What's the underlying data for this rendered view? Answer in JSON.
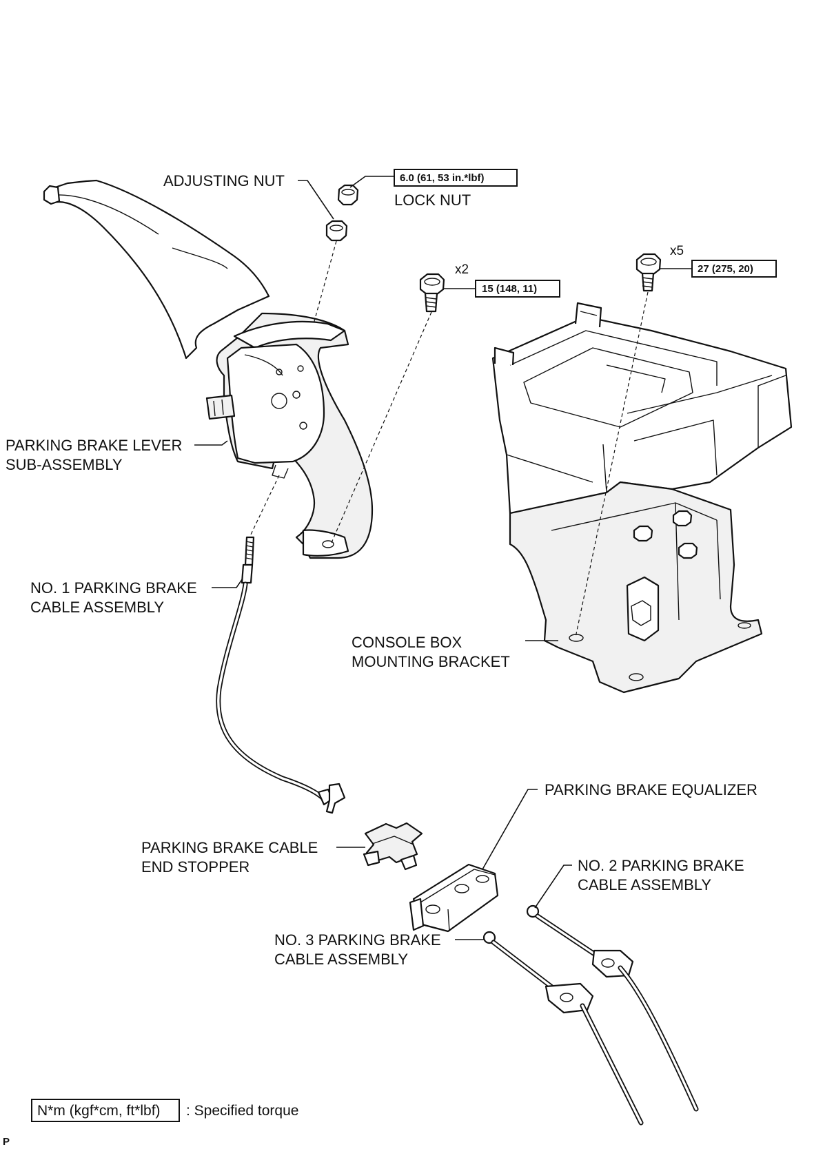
{
  "labels": {
    "adjusting_nut": "ADJUSTING NUT",
    "lock_nut": "LOCK NUT",
    "lever_line1": "PARKING BRAKE LEVER",
    "lever_line2": "SUB-ASSEMBLY",
    "no1_line1": "NO. 1 PARKING BRAKE",
    "no1_line2": "CABLE ASSEMBLY",
    "console_line1": "CONSOLE BOX",
    "console_line2": "MOUNTING BRACKET",
    "stopper_line1": "PARKING BRAKE CABLE",
    "stopper_line2": "END STOPPER",
    "equalizer": "PARKING BRAKE EQUALIZER",
    "no2_line1": "NO. 2 PARKING BRAKE",
    "no2_line2": "CABLE ASSEMBLY",
    "no3_line1": "NO. 3 PARKING BRAKE",
    "no3_line2": "CABLE ASSEMBLY"
  },
  "torques": {
    "lock_nut": "6.0 (61, 53 in.*lbf)",
    "lever_bolt": "15 (148, 11)",
    "bracket_bolt": "27 (275, 20)"
  },
  "quantities": {
    "lever_bolt": "x2",
    "bracket_bolt": "x5"
  },
  "legend": {
    "unit": "N*m (kgf*cm, ft*lbf)",
    "text": ": Specified torque"
  },
  "page_mark": "P"
}
